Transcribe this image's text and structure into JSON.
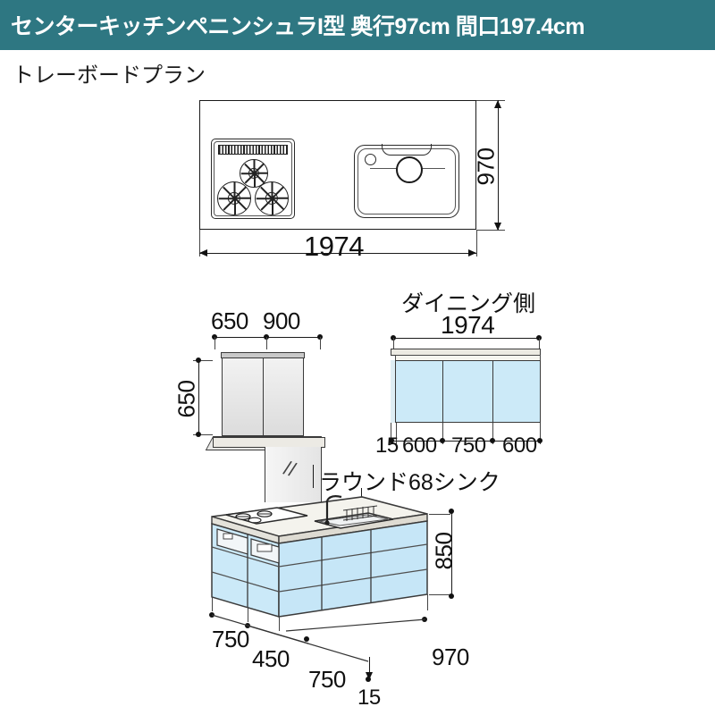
{
  "header": {
    "title": "センターキッチンペニンシュラI型 奥行97cm 間口197.4cm",
    "band_color": "#2e7782"
  },
  "subtitle": "トレーボードプラン",
  "plan_view": {
    "name": "plan-view",
    "width_label": "1974",
    "depth_label": "970",
    "appliances": [
      "cooktop-3burner",
      "round-sink"
    ]
  },
  "hood_view": {
    "dim_left": "650",
    "dim_right": "900",
    "height_label": "650"
  },
  "dining_view": {
    "caption": "ダイニング側",
    "width_label": "1974",
    "segments": [
      "15",
      "600",
      "750",
      "600"
    ]
  },
  "perspective_view": {
    "sink_label": "ラウンド68シンク",
    "height_label": "850",
    "depth_label": "970",
    "widths": [
      "750",
      "450",
      "750"
    ],
    "edge_label": "15"
  },
  "colors": {
    "header": "#2e7782",
    "cabinet_panel": "#cbe9f8",
    "countertop": "#efeee7",
    "line": "#1a1a1a"
  }
}
